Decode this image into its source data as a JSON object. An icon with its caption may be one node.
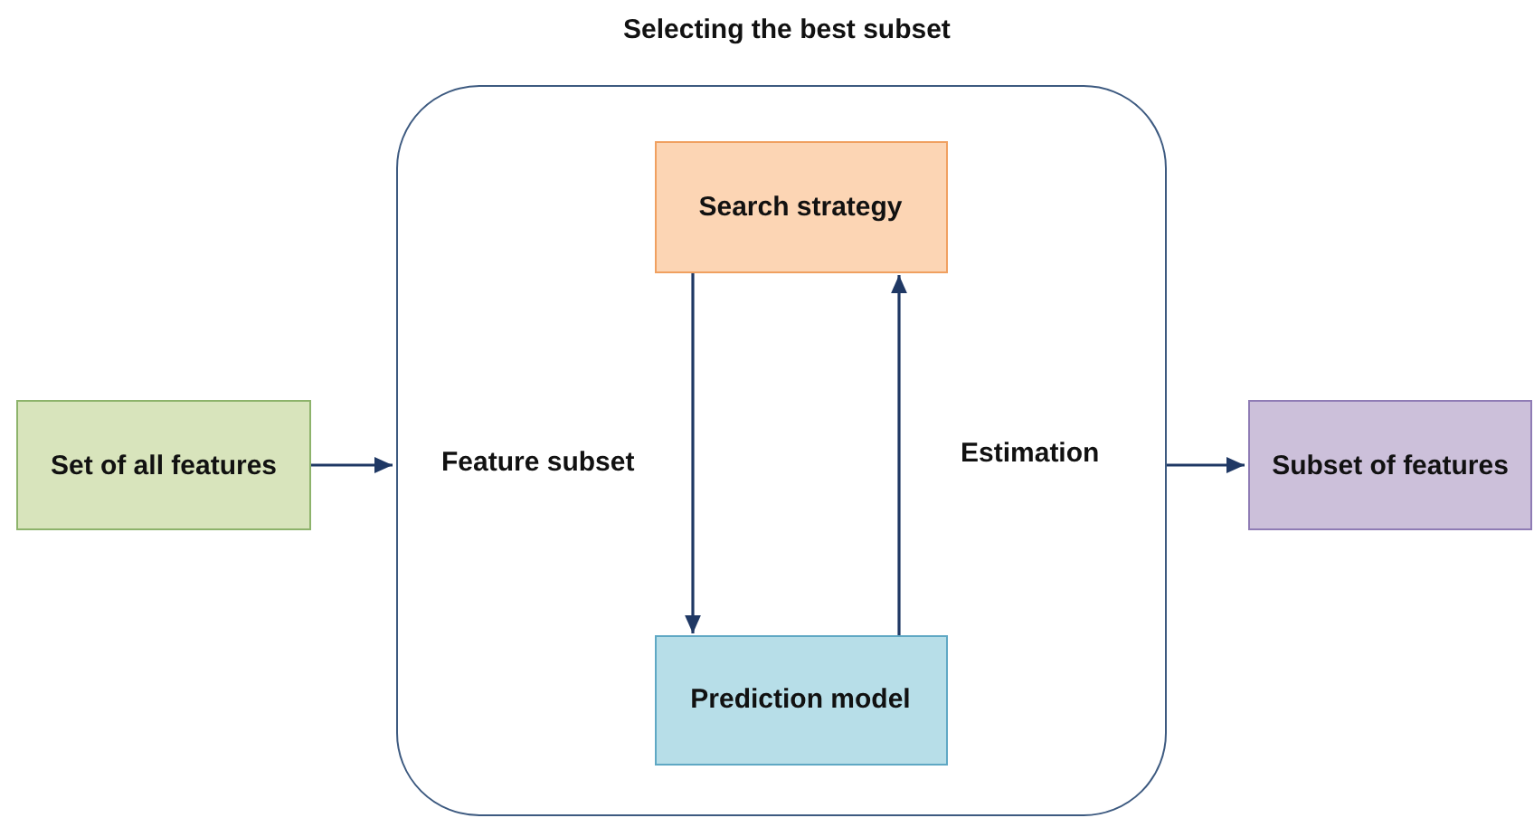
{
  "diagram": {
    "title": "Selecting the best subset",
    "nodes": [
      {
        "text": [
          "Set of all features"
        ]
      },
      {
        "text": [],
        "shape": "box"
      },
      {
        "text": [
          "Search strategy"
        ],
        "in": 1
      },
      {
        "text": [
          "Prediction model"
        ],
        "in": 1
      },
      {
        "text": [
          "Subset of features"
        ]
      }
    ],
    "edges": [
      {
        "from": 0,
        "to": 1,
        "arrow": "to"
      },
      {
        "from": 1,
        "to": 4,
        "arrow": "to"
      },
      {
        "from": 2,
        "to": 3,
        "arrow": "to",
        "label": "Feature subset"
      },
      {
        "from": 3,
        "to": 2,
        "arrow": "to",
        "label": "Estimation"
      }
    ]
  }
}
